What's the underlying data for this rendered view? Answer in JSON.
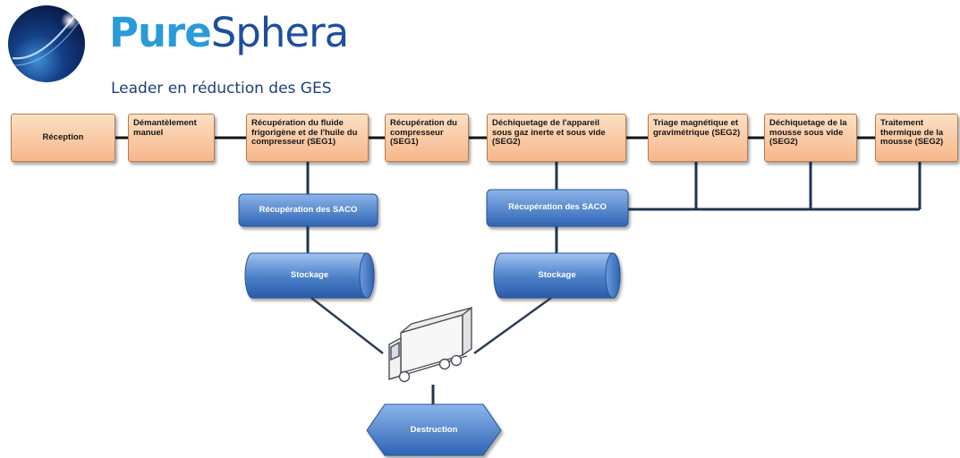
{
  "brand": {
    "name_part1": "Pure",
    "name_part2": "Sphera",
    "tagline": "Leader en réduction des GES",
    "colors": {
      "light_blue": "#2a9bd8",
      "dark_blue": "#1d4f9c"
    }
  },
  "diagram": {
    "steps": [
      "Réception",
      "Démantèlement manuel",
      "Récupération du fluide frigorigène et de l'huile du compresseur (SEG1)",
      "Récupération du compresseur (SEG1)",
      "Déchiquetage de l'appareil sous gaz inerte et sous vide (SEG2)",
      "Triage magnétique et gravimétrique (SEG2)",
      "Déchiquetage de la mousse sous vide (SEG2)",
      "Traitement thermique de la mousse (SEG2)"
    ],
    "recovery_left": "Récupération des SACO",
    "recovery_right": "Récupération des SACO",
    "storage_left": "Stockage",
    "storage_right": "Stockage",
    "transport_icon": "truck-icon",
    "destruction": "Destruction",
    "colors": {
      "step_fill": "#f6b78a",
      "blue_shape": "#4a7fc8"
    }
  }
}
